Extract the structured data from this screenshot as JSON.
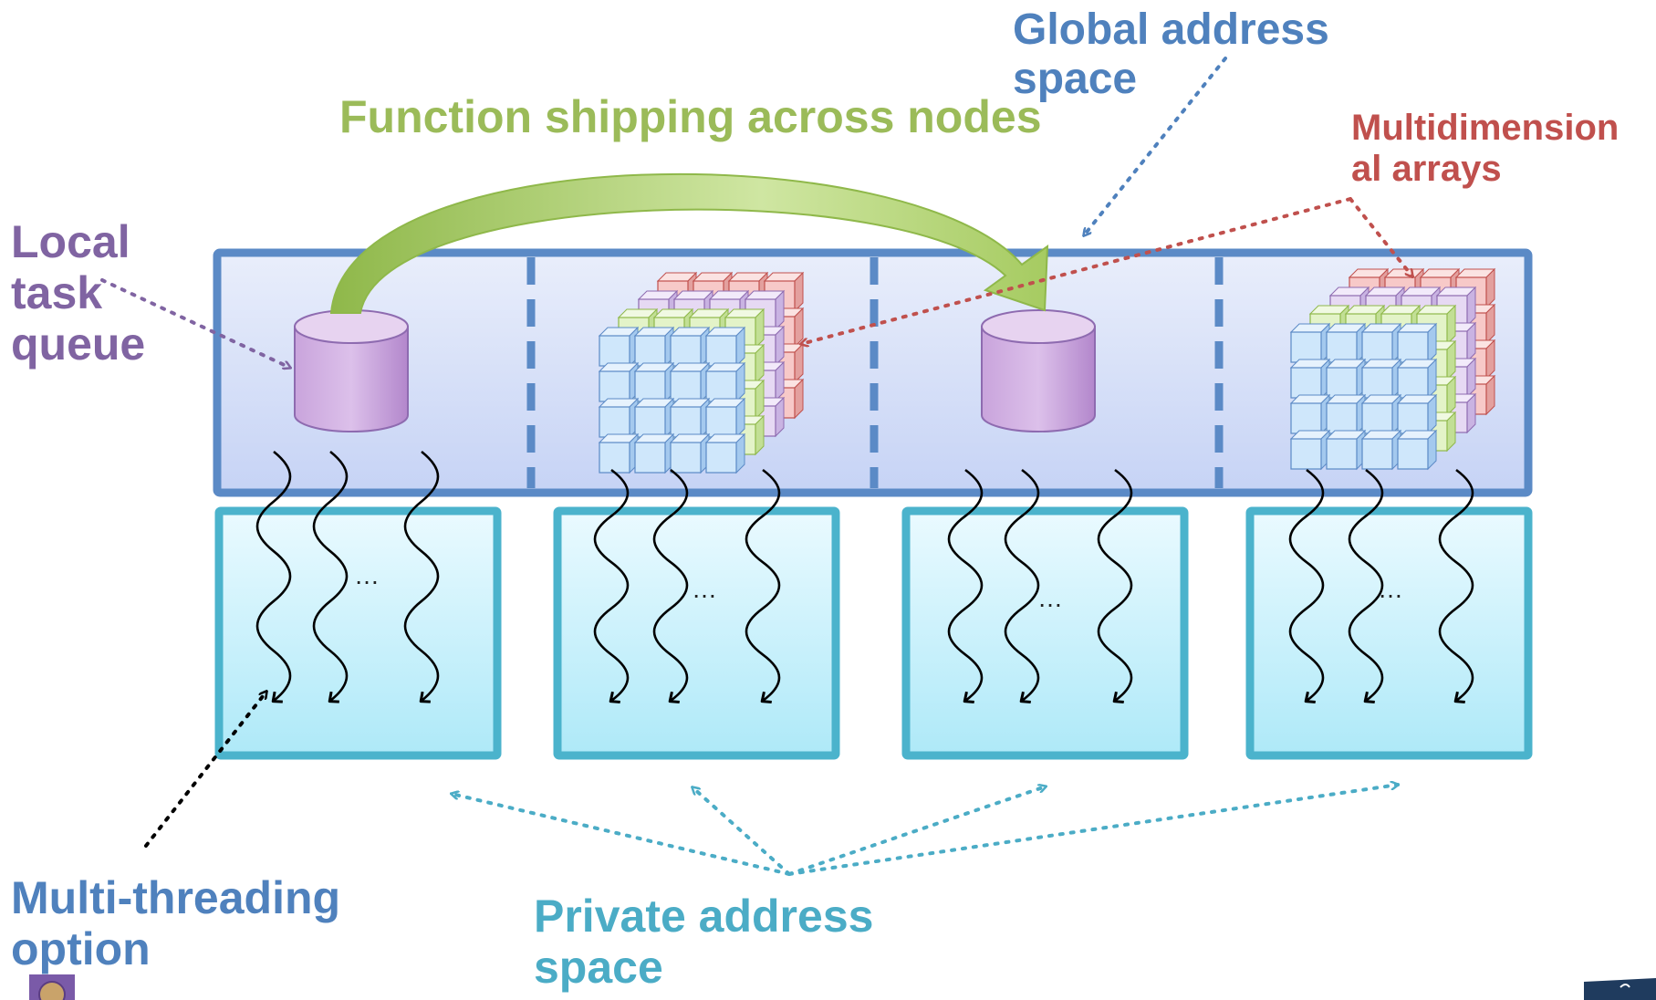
{
  "labels": {
    "global": "Global address space",
    "function_shipping": "Function shipping across nodes",
    "multidim": "Multidimension al arrays",
    "local_task": "Local task queue",
    "multithreading": "Multi-threading option",
    "private": "Private address space",
    "ellipsis": "…"
  },
  "colors": {
    "global_blue": "#4f81bd",
    "green": "#9bbb59",
    "red": "#c0504d",
    "purple": "#8064a2",
    "teal": "#4bacc6",
    "black": "#000000"
  },
  "icons": {
    "task_queue": "cylinder-icon",
    "array": "cube-array-icon",
    "thread": "wavy-thread-arrow-icon"
  }
}
